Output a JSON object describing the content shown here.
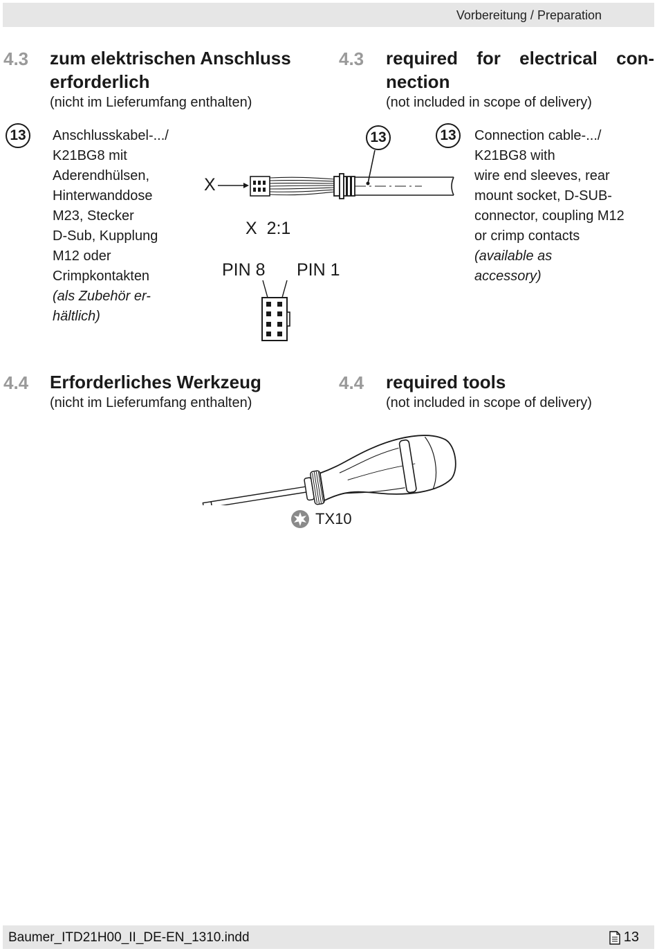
{
  "header": {
    "section_label": "Vorbereitung / Preparation"
  },
  "section_43": {
    "number": "4.3",
    "title_de_line1": "zum elektrischen Anschluss",
    "title_de_line2": "erforderlich",
    "subtitle_de": "(nicht im Lieferumfang enthalten)",
    "title_en_line1": "required for electrical con-",
    "title_en_line2": "nection",
    "subtitle_en": "(not included in scope of delivery)",
    "item_number": "13",
    "item_de_lines": [
      "Anschlusskabel-.../",
      "K21BG8 mit",
      "Aderendhülsen,",
      "Hinterwanddose",
      "M23, Stecker",
      "D-Sub, Kupplung",
      "M12 oder",
      "Crimpkontakten"
    ],
    "item_de_italic_lines": [
      "(als Zubehör er-",
      "hältlich)"
    ],
    "item_en_lines": [
      "Connection cable-.../",
      "K21BG8 with",
      "wire end sleeves, rear",
      "mount socket, D-SUB-",
      "connector, coupling M12",
      "or crimp contacts"
    ],
    "item_en_italic_lines": [
      "(available as",
      "accessory)"
    ],
    "figure": {
      "detail_label": "X",
      "scale_label": "X  2:1",
      "pin8_label": "PIN 8",
      "pin1_label": "PIN 1",
      "callout": "13"
    }
  },
  "section_44": {
    "number": "4.4",
    "title_de": "Erforderliches Werkzeug",
    "subtitle_de": "(nicht im Lieferumfang enthalten)",
    "title_en": "required tools",
    "subtitle_en": "(not included in scope of delivery)",
    "tool_label": "TX10",
    "tool_icon": "torx-icon"
  },
  "footer": {
    "filename": "Baumer_ITD21H00_II_DE-EN_1310.indd",
    "page_number": "13",
    "page_icon": "page-icon"
  }
}
